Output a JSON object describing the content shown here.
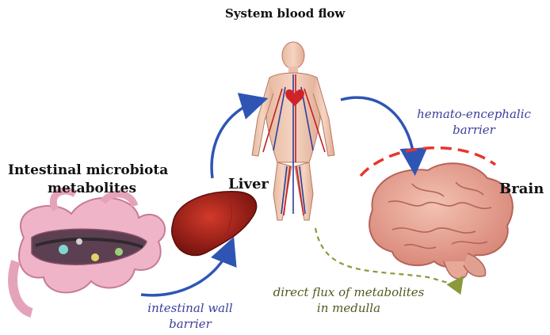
{
  "labels": {
    "system_blood_flow": "System blood flow",
    "microbiota_line1": "Intestinal microbiota",
    "microbiota_line2": "metabolites",
    "liver": "Liver",
    "brain": "Brain",
    "barrier_he_line1": "hemato-encephalic",
    "barrier_he_line2": "barrier",
    "barrier_iw_line1": "intestinal wall",
    "barrier_iw_line2": "barrier",
    "flux_line1": "direct flux of metabolites",
    "flux_line2": "in medulla"
  },
  "icons": [
    "intestine-icon",
    "liver-icon",
    "human-body-icon",
    "brain-icon"
  ],
  "colors": {
    "arrow_blue": "#2f55b4",
    "barrier_red": "#e8352d",
    "flux_olive": "#8a9a3a",
    "text_blue": "#3a3f9a",
    "text_olive": "#4f5a1c"
  }
}
